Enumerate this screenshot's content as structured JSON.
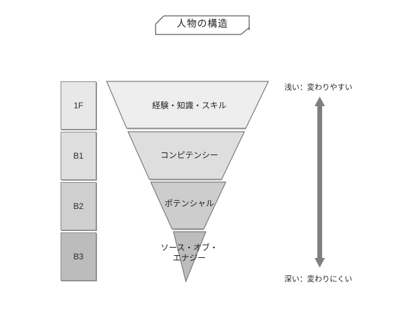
{
  "title": "人物の構造",
  "floors": [
    {
      "label": "1F",
      "fill": "#e8e8e8"
    },
    {
      "label": "B1",
      "fill": "#dedede"
    },
    {
      "label": "B2",
      "fill": "#cfcfcf"
    },
    {
      "label": "B3",
      "fill": "#bcbcbc"
    }
  ],
  "layers": [
    {
      "label": "経験・知識・スキル",
      "fill": "#eeeeee"
    },
    {
      "label": "コンピテンシー",
      "fill": "#dedede"
    },
    {
      "label": "ポテンシャル",
      "fill": "#cdcdcd"
    },
    {
      "label_line1": "ソース・オブ・",
      "label_line2": "エナジー",
      "fill": "#bdbdbd"
    }
  ],
  "axis": {
    "top_label": "浅い：変わりやすい",
    "bottom_label": "深い：変わりにくい",
    "arrow_color": "#7f7f7f",
    "direction": "bidirectional-vertical"
  },
  "colors": {
    "outline": "#7a7a7a",
    "background": "#ffffff"
  }
}
